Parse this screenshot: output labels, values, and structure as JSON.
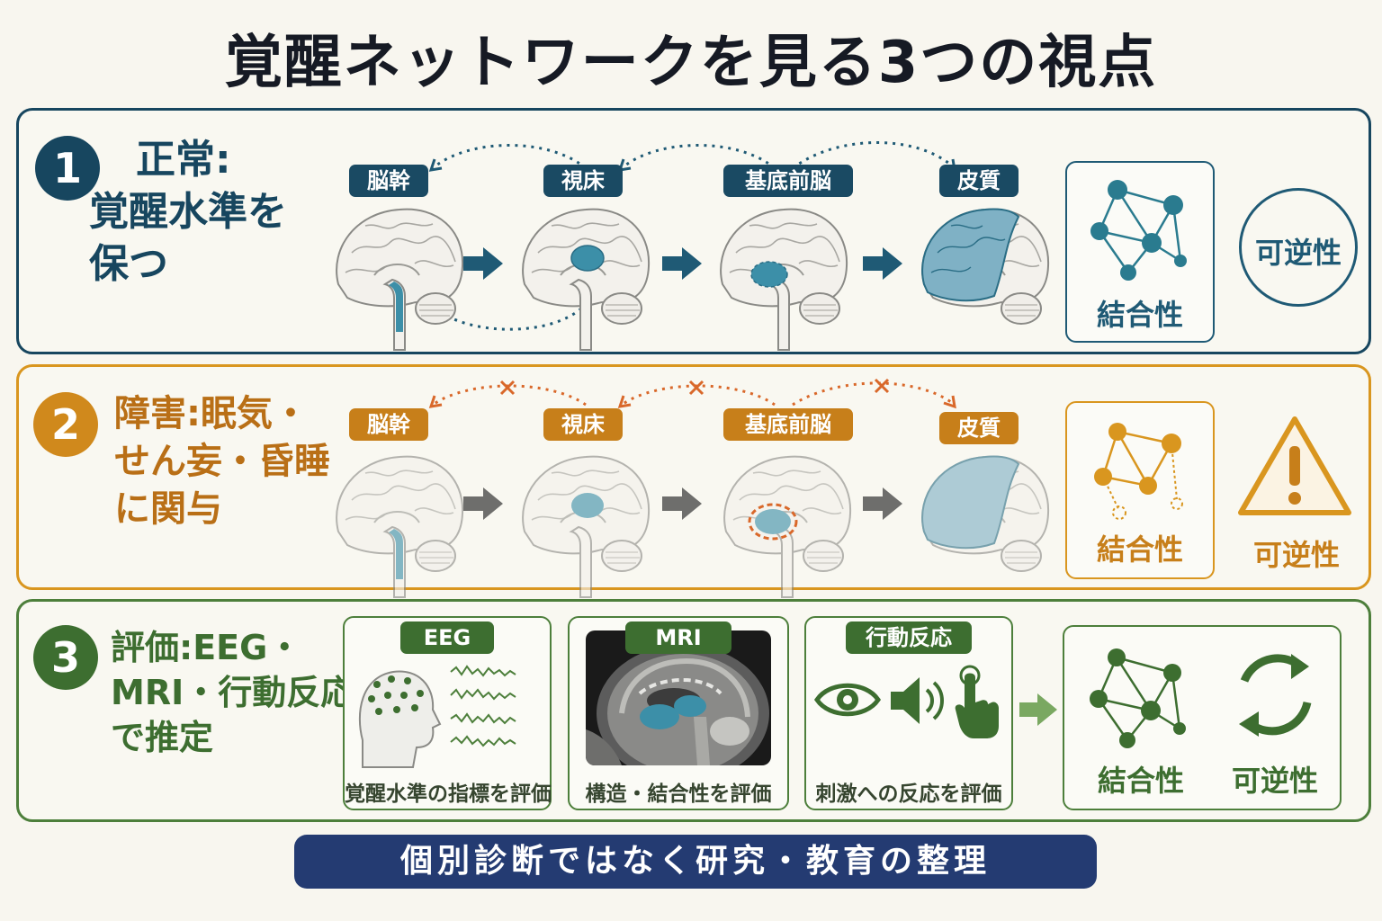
{
  "title": "覚醒ネットワークを見る3つの視点",
  "colors": {
    "navy": "#17465f",
    "teal": "#3c8fa8",
    "orange": "#d9961f",
    "green": "#4d7f3b",
    "footer": "#243b72"
  },
  "section1": {
    "number": "1",
    "heading_lines": [
      "正常:",
      "覚醒水準を",
      "保つ"
    ],
    "regions": [
      "脳幹",
      "視床",
      "基底前脳",
      "皮質"
    ],
    "connectivity_label": "結合性",
    "reversibility_label": "可逆性",
    "icons": [
      "network-icon"
    ]
  },
  "section2": {
    "number": "2",
    "heading_lines": [
      "障害:眠気・",
      "せん妄・昏睡",
      "に関与"
    ],
    "regions": [
      "脳幹",
      "視床",
      "基底前脳",
      "皮質"
    ],
    "connectivity_label": "結合性",
    "reversibility_label": "可逆性",
    "icons": [
      "broken-network-icon",
      "warning-icon"
    ]
  },
  "section3": {
    "number": "3",
    "heading_lines": [
      "評価:EEG・",
      "MRI・行動反応",
      "で推定"
    ],
    "cards": [
      {
        "label": "EEG",
        "caption": "覚醒水準の指標を評価"
      },
      {
        "label": "MRI",
        "caption": "構造・結合性を評価"
      },
      {
        "label": "行動反応",
        "caption": "刺激への反応を評価"
      }
    ],
    "connectivity_label": "結合性",
    "reversibility_label": "可逆性",
    "icons": [
      "head-eeg-icon",
      "mri-scan-icon",
      "eye-icon",
      "speaker-icon",
      "pointing-hand-icon",
      "network-icon",
      "cycle-arrows-icon"
    ]
  },
  "footer": "個別診断ではなく研究・教育の整理"
}
